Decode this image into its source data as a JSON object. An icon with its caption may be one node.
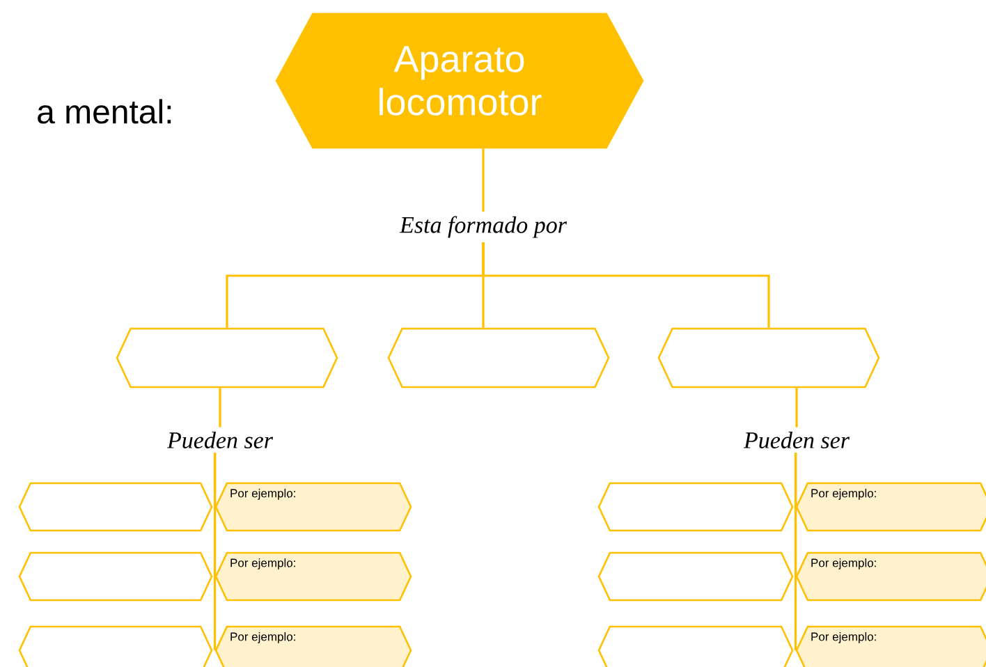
{
  "diagram": {
    "nodes": [
      {
        "text": [
          "Aparato locomotor"
        ]
      },
      {
        "text": [
          "Esta formado por"
        ]
      },
      {
        "text": [],
        "shape": "hexagon"
      },
      {
        "text": [],
        "shape": "hexagon"
      },
      {
        "text": [],
        "shape": "hexagon"
      },
      {
        "text": [
          "Pueden ser"
        ]
      },
      {
        "text": [
          "Pueden ser"
        ]
      },
      {
        "text": [],
        "shape": "hexagon"
      },
      {
        "text": [
          "Por ejemplo:"
        ]
      },
      {
        "text": [],
        "shape": "hexagon"
      },
      {
        "text": [
          "Por ejemplo:"
        ]
      },
      {
        "text": [],
        "shape": "hexagon"
      },
      {
        "text": [
          "Por ejemplo:"
        ]
      },
      {
        "text": [],
        "shape": "hexagon"
      },
      {
        "text": [
          "Por ejemplo:"
        ]
      },
      {
        "text": [],
        "shape": "hexagon"
      },
      {
        "text": [
          "Por ejemplo:"
        ]
      },
      {
        "text": [],
        "shape": "hexagon"
      },
      {
        "text": [
          "Por ejemplo:"
        ]
      }
    ],
    "edges": [
      {
        "from": 0,
        "to": 1,
        "arrow": "none"
      },
      {
        "from": 1,
        "to": 2,
        "arrow": "none"
      },
      {
        "from": 1,
        "to": 3,
        "arrow": "none"
      },
      {
        "from": 1,
        "to": 4,
        "arrow": "none"
      },
      {
        "from": 2,
        "to": 5,
        "arrow": "none"
      },
      {
        "from": 4,
        "to": 6,
        "arrow": "none"
      },
      {
        "from": 5,
        "to": 8,
        "arrow": "none"
      },
      {
        "from": 5,
        "to": 10,
        "arrow": "none"
      },
      {
        "from": 5,
        "to": 12,
        "arrow": "none"
      },
      {
        "from": 6,
        "to": 14,
        "arrow": "none"
      },
      {
        "from": 6,
        "to": 16,
        "arrow": "none"
      },
      {
        "from": 6,
        "to": 18,
        "arrow": "none"
      }
    ],
    "labels": [
      "a mental:"
    ]
  }
}
